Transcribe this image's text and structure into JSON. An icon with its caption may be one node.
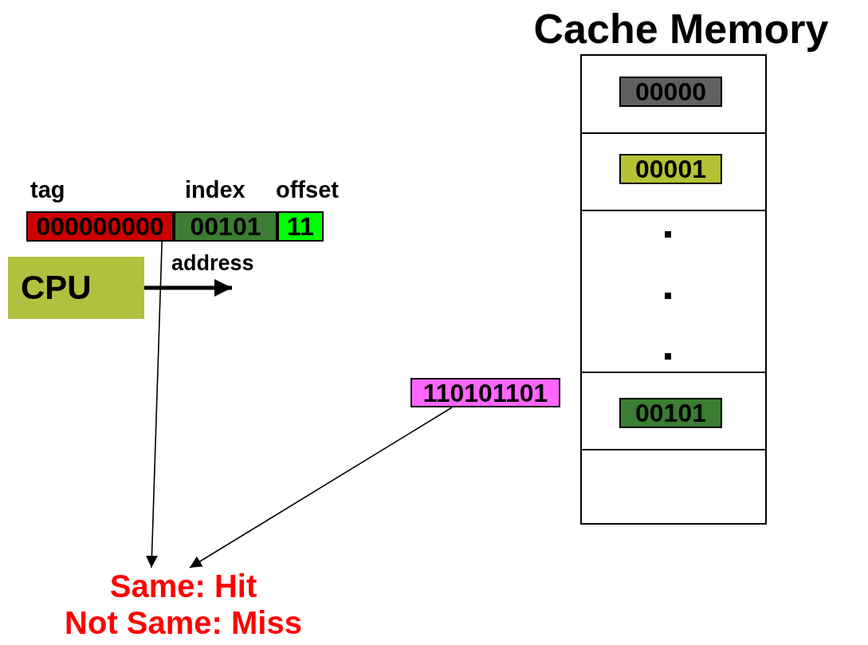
{
  "diagram": {
    "nodes": [
      {
        "text": [
          "Cache Memory"
        ]
      },
      {
        "text": [
          "00000"
        ],
        "in": 0
      },
      {
        "text": [
          "00001"
        ],
        "in": 0
      },
      {
        "text": [
          "00101"
        ],
        "in": 0
      },
      {
        "text": [
          "CPU"
        ]
      },
      {
        "text": [
          "000000000"
        ],
        "beside": [
          "tag"
        ]
      },
      {
        "text": [
          "00101"
        ],
        "beside": [
          "index"
        ]
      },
      {
        "text": [
          "11"
        ],
        "beside": [
          "offset"
        ]
      },
      {
        "text": [
          "110101101"
        ]
      },
      {
        "text": [
          "Same: Hit",
          "Not Same: Miss"
        ]
      }
    ],
    "edges": [
      {
        "from": 5,
        "to": 9,
        "arrow": "to"
      },
      {
        "from": 8,
        "to": 9,
        "arrow": "to"
      },
      {
        "from": 4,
        "to": null,
        "arrow": "to",
        "label": "address",
        "style": "thick"
      }
    ]
  }
}
